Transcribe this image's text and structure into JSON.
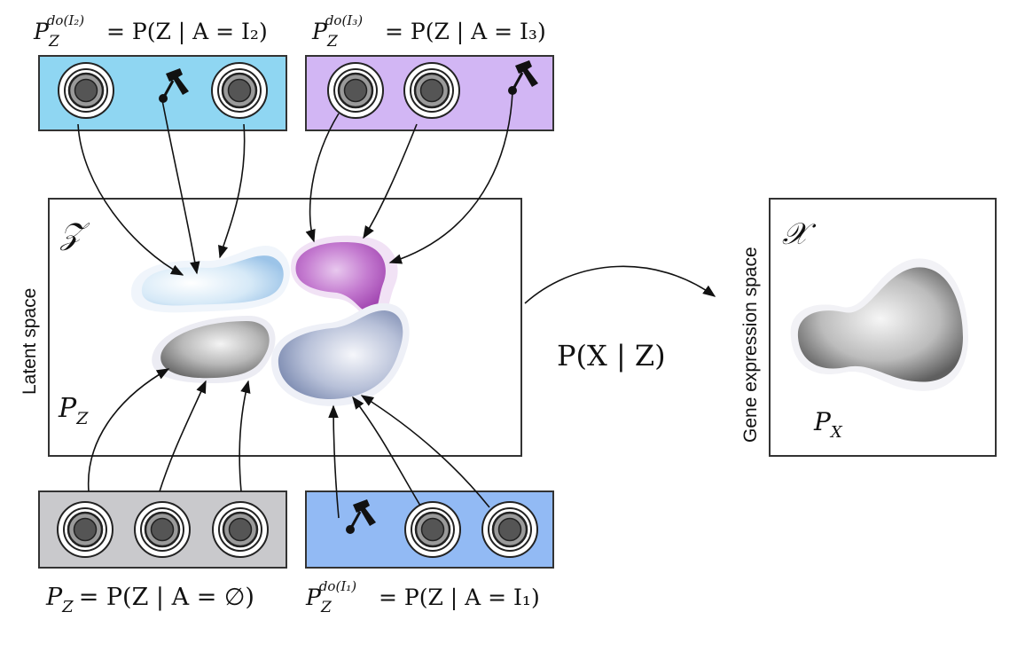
{
  "figure": {
    "latent_space_label": "Latent space",
    "latent_space_symbol": "𝒵",
    "latent_prior_P": "P",
    "latent_prior_sub": "Z",
    "gene_space_label": "Gene expression space",
    "gene_space_symbol": "𝒳",
    "gene_dist_P": "P",
    "gene_dist_sub": "X",
    "decoder_label": "P(X | Z)",
    "caption_i2": {
      "P": "P",
      "sub": "Z",
      "sup": "do(I₂)",
      "rhs": "= P(Z | A = I₂)"
    },
    "caption_i3": {
      "P": "P",
      "sub": "Z",
      "sup": "do(I₃)",
      "rhs": "= P(Z | A = I₃)"
    },
    "caption_obs": {
      "P": "P",
      "sub": "Z",
      "rhs": "= P(Z | A = ∅)"
    },
    "caption_i1": {
      "P": "P",
      "sub": "Z",
      "sup": "do(I₁)",
      "rhs": "= P(Z | A = I₁)"
    },
    "colors": {
      "box_i2": "#8fd6f2",
      "box_i3": "#d2b6f4",
      "box_obs": "#c9c9cc",
      "box_i1": "#92baf4",
      "blob_i2": "#b9d8f0",
      "blob_i3": "#b558c2",
      "blob_obs": "#8c8c8c",
      "blob_i1": "#7f8fb5"
    },
    "icons": [
      "cell-icon",
      "intervention-hammer-icon",
      "arrow-icon"
    ]
  }
}
